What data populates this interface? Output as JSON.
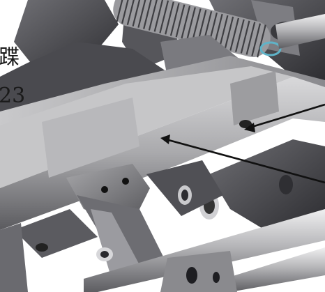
{
  "overlay_text": {
    "line1": "蹀",
    "line2": "23"
  },
  "colors": {
    "background": "#ffffff",
    "metal_dark": "#2b2b2e",
    "metal_mid": "#6e6e72",
    "metal_light": "#bdbdc0",
    "highlight": "#e4e4e6",
    "arrow": "#111111",
    "accent_spring": "#5fb3c8"
  },
  "scene": {
    "subject": "cad-render-mechanical-frame",
    "parts": [
      "coil-spring",
      "main-beam",
      "brackets",
      "lower-bars"
    ],
    "arrows": 2
  }
}
